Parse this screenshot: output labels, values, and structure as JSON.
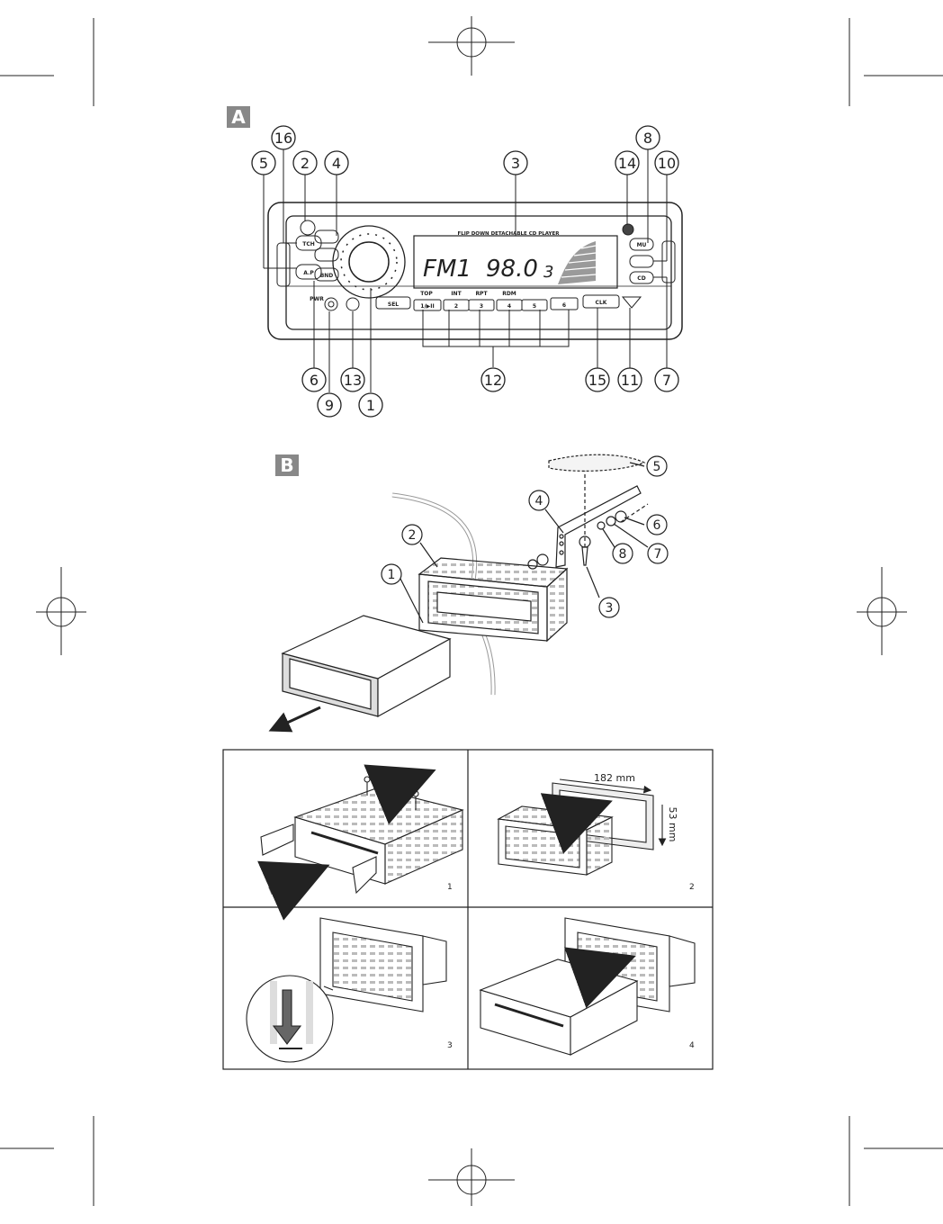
{
  "figure_a": {
    "letter": "A",
    "callouts": {
      "c1": "1",
      "c2": "2",
      "c3": "3",
      "c4": "4",
      "c5": "5",
      "c6": "6",
      "c7": "7",
      "c8": "8",
      "c9": "9",
      "c10": "10",
      "c11": "11",
      "c12": "12",
      "c13": "13",
      "c14": "14",
      "c15": "15",
      "c16": "16"
    },
    "panel": {
      "top_label": "FLIP DOWN DETACHABLE CD PLAYER",
      "display_band": "FM1",
      "display_freq": "98.0",
      "display_preset": "3",
      "buttons": {
        "tch": "TCH",
        "ap": "A.P",
        "bnd": "BND",
        "pwr": "PWR",
        "sel": "SEL",
        "top": "TOP",
        "int": "INT",
        "rpt": "RPT",
        "rdm": "RDM",
        "b1": "1/▶II",
        "b2": "2",
        "b3": "3",
        "b4": "4",
        "b5": "5",
        "b6": "6",
        "clk": "CLK",
        "mu": "MU",
        "cd": "CD"
      }
    }
  },
  "figure_b": {
    "letter": "B",
    "callouts": {
      "c1": "1",
      "c2": "2",
      "c3": "3",
      "c4": "4",
      "c5": "5",
      "c6": "6",
      "c7": "7",
      "c8": "8"
    }
  },
  "steps": {
    "s1": "1",
    "s2": "2",
    "s3": "3",
    "s4": "4",
    "width_label": "182 mm",
    "height_label": "53 mm"
  }
}
